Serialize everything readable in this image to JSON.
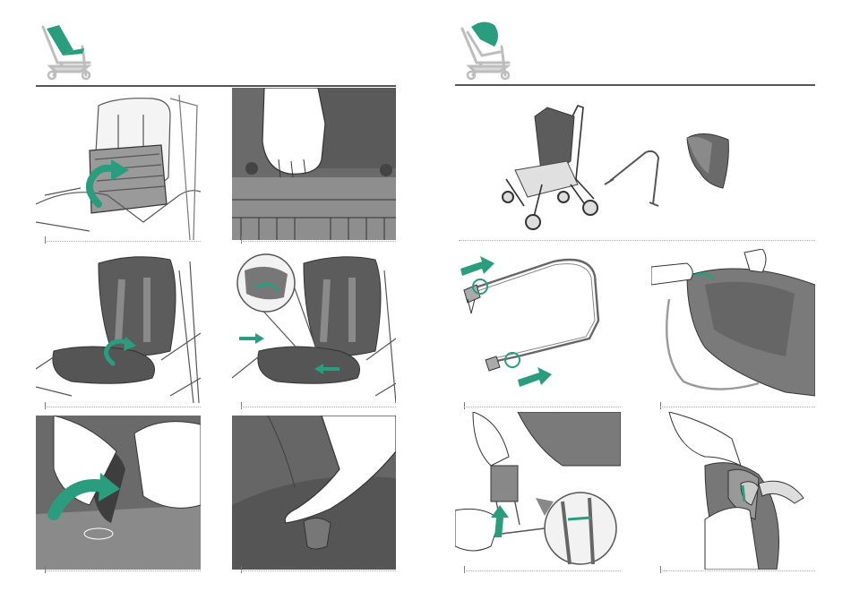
{
  "document": {
    "type": "stroller assembly manual spread",
    "colors": {
      "accent": "#2a9d7e",
      "fabric_dark": "#555555",
      "fabric_mid": "#8a8a8a",
      "line": "#444444",
      "background": "#ffffff"
    },
    "left_page": {
      "header_icon": "stroller-seat-icon",
      "steps": [
        {
          "id": "step-1",
          "icon": "rotate-arrow-icon",
          "illustration": "seat-backrest-tilt"
        },
        {
          "id": "step-2",
          "icon": "hand-icon",
          "illustration": "seat-fabric-attach"
        },
        {
          "id": "step-3",
          "icon": "curved-arrow-icon",
          "illustration": "seat-fabric-on-frame"
        },
        {
          "id": "step-4",
          "icon": "magnifier-detail-icon",
          "illustration": "fabric-clip-detail"
        },
        {
          "id": "step-5",
          "icon": "fold-arrow-icon",
          "illustration": "fabric-fold-under"
        },
        {
          "id": "step-6",
          "icon": "hand-icon",
          "illustration": "fabric-smooth"
        }
      ]
    },
    "right_page": {
      "header_icon": "stroller-canopy-icon",
      "overview_icons": [
        "stroller-icon",
        "canopy-frame-icon",
        "canopy-fabric-icon"
      ],
      "steps": [
        {
          "id": "step-7",
          "icon": "insert-arrow-icon",
          "illustration": "canopy-frame-connectors"
        },
        {
          "id": "step-8",
          "icon": "hand-icon",
          "illustration": "canopy-fabric-threading"
        },
        {
          "id": "step-9",
          "icon": "push-arrow-icon",
          "illustration": "canopy-mount-detail"
        },
        {
          "id": "step-10",
          "icon": "hand-icon",
          "illustration": "canopy-clip-close"
        }
      ]
    }
  }
}
